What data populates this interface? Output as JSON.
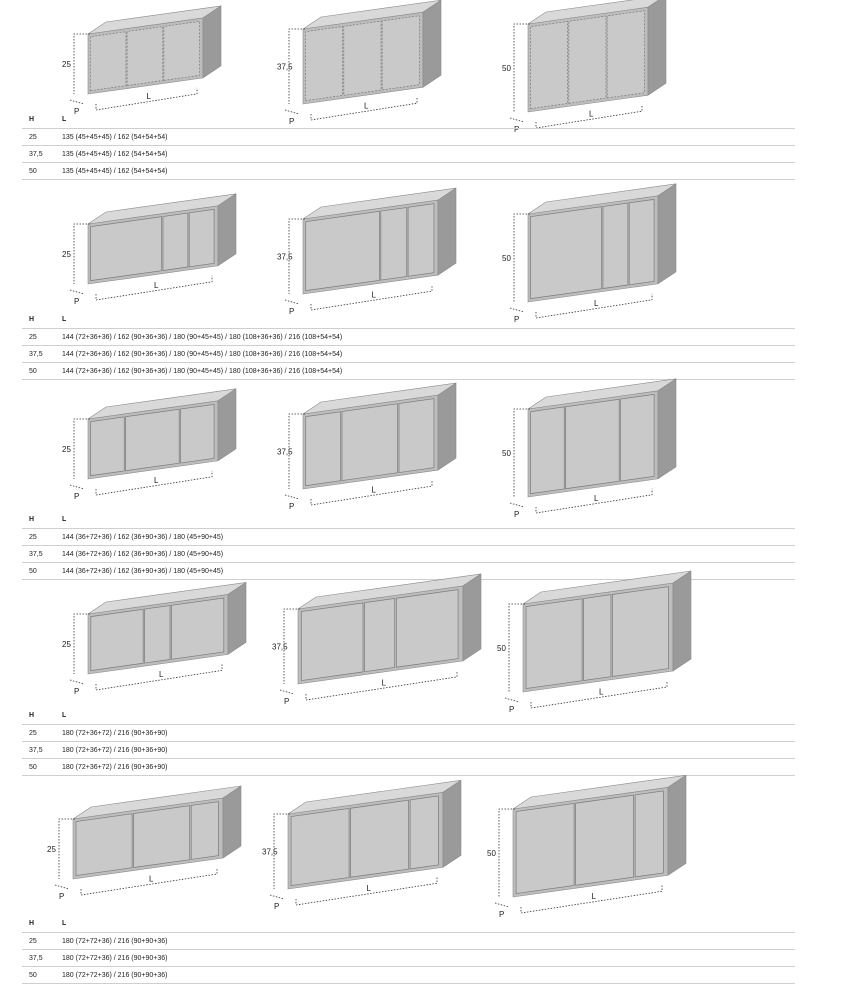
{
  "table_header": {
    "h": "H",
    "l": "L"
  },
  "dimension_labels": {
    "p": "P",
    "l": "L"
  },
  "colors": {
    "body": "#bdbdbd",
    "top": "#d9d9d9",
    "side": "#9a9a9a",
    "rule": "#cfcfcf"
  },
  "sections": [
    {
      "rows": [
        {
          "h": "25",
          "l": "135 (45+45+45) / 162 (54+54+54)"
        },
        {
          "h": "37,5",
          "l": "135 (45+45+45) / 162 (54+54+54)"
        },
        {
          "h": "50",
          "l": "135 (45+45+45) / 162 (54+54+54)"
        }
      ],
      "figures": [
        {
          "height_label": "25",
          "door_style": "drawers"
        },
        {
          "height_label": "37,5",
          "door_style": "drawers"
        },
        {
          "height_label": "50",
          "door_style": "drawers"
        }
      ]
    },
    {
      "rows": [
        {
          "h": "25",
          "l": "144 (72+36+36) / 162 (90+36+36) / 180 (90+45+45) / 180 (108+36+36) / 216 (108+54+54)"
        },
        {
          "h": "37,5",
          "l": "144 (72+36+36) / 162 (90+36+36) / 180 (90+45+45) / 180 (108+36+36) / 216 (108+54+54)"
        },
        {
          "h": "50",
          "l": "144 (72+36+36) / 162 (90+36+36) / 180 (90+45+45) / 180 (108+36+36) / 216 (108+54+54)"
        }
      ],
      "figures": [
        {
          "height_label": "25",
          "door_style": "big-left"
        },
        {
          "height_label": "37,5",
          "door_style": "big-left"
        },
        {
          "height_label": "50",
          "door_style": "big-left"
        }
      ]
    },
    {
      "rows": [
        {
          "h": "25",
          "l": "144 (36+72+36) / 162 (36+90+36) / 180 (45+90+45)"
        },
        {
          "h": "37,5",
          "l": "144 (36+72+36) / 162 (36+90+36) / 180 (45+90+45)"
        },
        {
          "h": "50",
          "l": "144 (36+72+36) / 162 (36+90+36) / 180 (45+90+45)"
        }
      ],
      "figures": [
        {
          "height_label": "25",
          "door_style": "big-middle"
        },
        {
          "height_label": "37,5",
          "door_style": "big-middle"
        },
        {
          "height_label": "50",
          "door_style": "big-middle"
        }
      ]
    },
    {
      "rows": [
        {
          "h": "25",
          "l": "180 (72+36+72) / 216 (90+36+90)"
        },
        {
          "h": "37,5",
          "l": "180 (72+36+72) / 216 (90+36+90)"
        },
        {
          "h": "50",
          "l": "180 (72+36+72) / 216 (90+36+90)"
        }
      ],
      "figures": [
        {
          "height_label": "25",
          "door_style": "big-ends"
        },
        {
          "height_label": "37,5",
          "door_style": "big-ends"
        },
        {
          "height_label": "50",
          "door_style": "big-ends"
        }
      ]
    },
    {
      "rows": [
        {
          "h": "25",
          "l": "180 (72+72+36) / 216 (90+90+36)"
        },
        {
          "h": "37,5",
          "l": "180 (72+72+36) / 216 (90+90+36)"
        },
        {
          "h": "50",
          "l": "180 (72+72+36) / 216 (90+90+36)"
        }
      ],
      "figures": [
        {
          "height_label": "25",
          "door_style": "two-big"
        },
        {
          "height_label": "37,5",
          "door_style": "two-big"
        },
        {
          "height_label": "50",
          "door_style": "two-big"
        }
      ]
    }
  ]
}
